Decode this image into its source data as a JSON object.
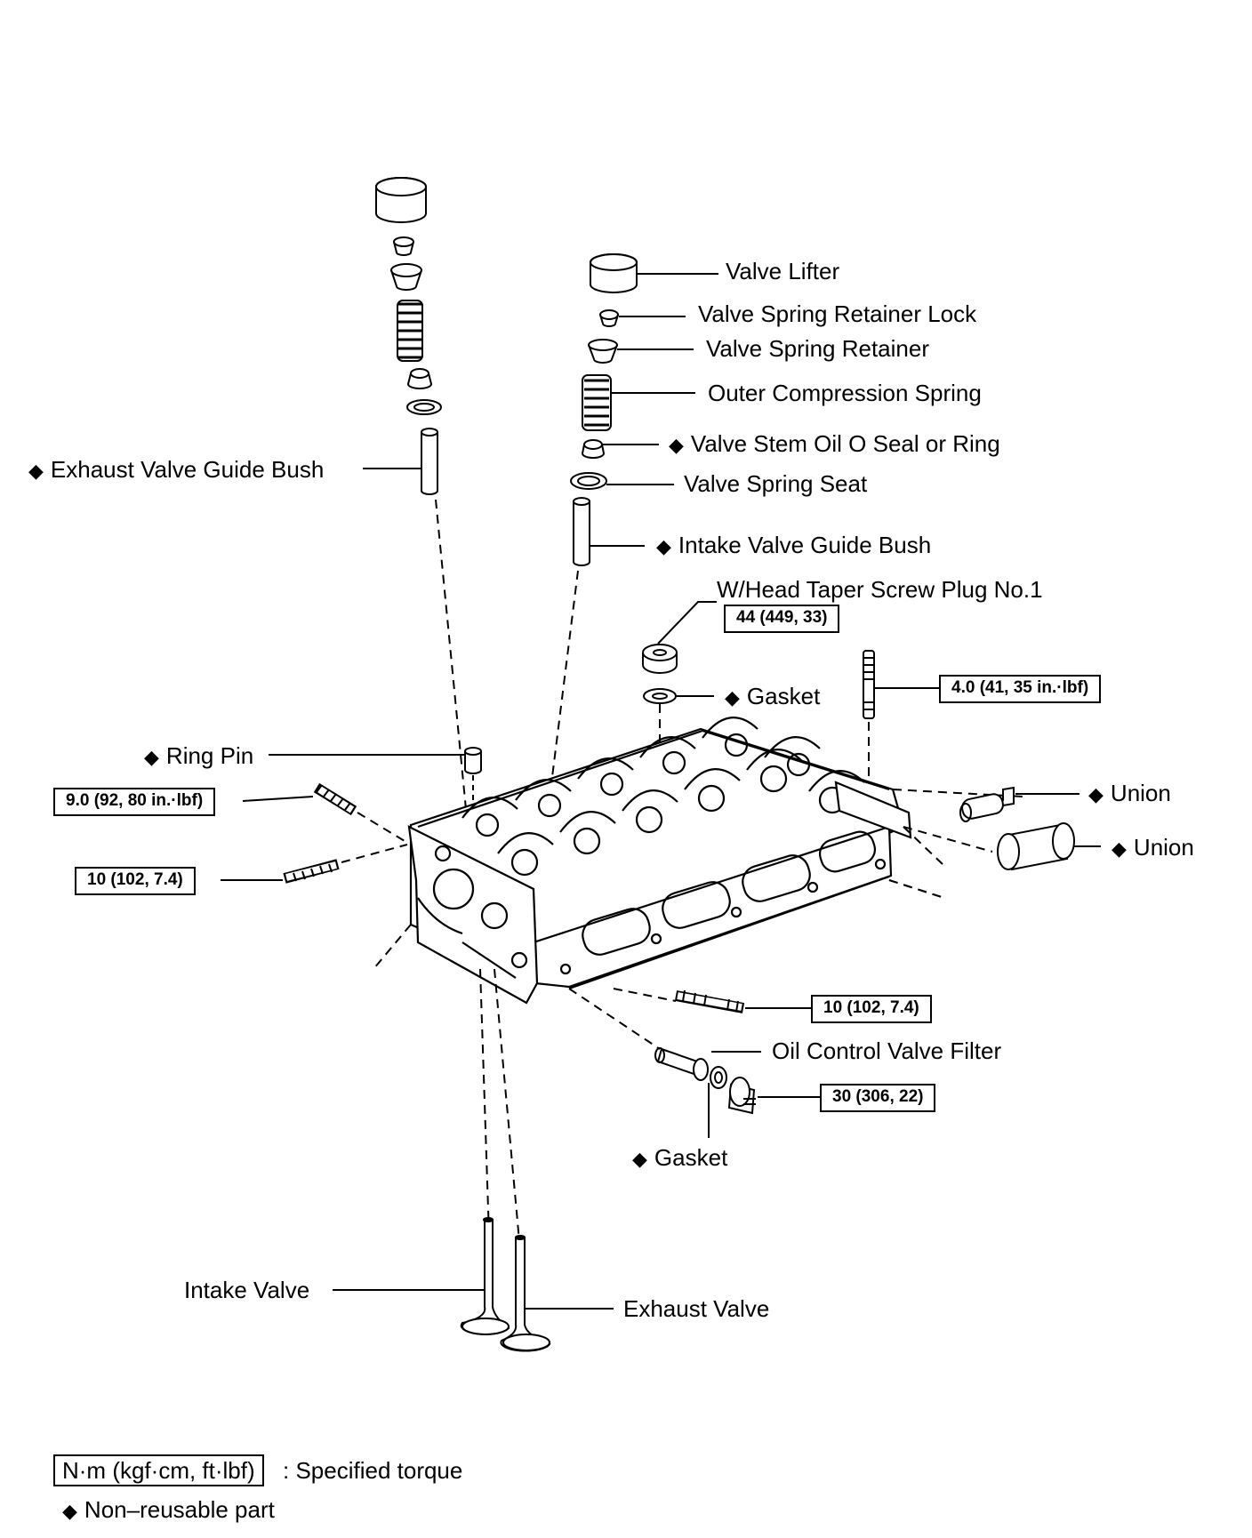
{
  "diagram": {
    "labels": {
      "valve_lifter": "Valve Lifter",
      "retainer_lock": "Valve Spring Retainer Lock",
      "spring_retainer": "Valve Spring Retainer",
      "outer_spring": "Outer Compression Spring",
      "stem_seal": "Valve Stem Oil O Seal or Ring",
      "spring_seat": "Valve Spring Seat",
      "intake_guide": "Intake Valve Guide Bush",
      "exhaust_guide": "Exhaust Valve Guide Bush",
      "taper_plug": "W/Head Taper Screw Plug No.1",
      "gasket_top": "Gasket",
      "ring_pin": "Ring Pin",
      "union_1": "Union",
      "union_2": "Union",
      "ocv_filter": "Oil Control Valve Filter",
      "gasket_bottom": "Gasket",
      "intake_valve": "Intake Valve",
      "exhaust_valve": "Exhaust Valve"
    },
    "torques": {
      "taper_plug": "44 (449, 33)",
      "stud_right": "4.0 (41, 35 in.·lbf)",
      "stud_left_upper": "9.0 (92, 80 in.·lbf)",
      "stud_left_lower": "10 (102, 7.4)",
      "stud_front": "10 (102, 7.4)",
      "ocv_plug": "30 (306, 22)"
    },
    "marker": "◆"
  },
  "legend": {
    "torque_unit": "N·m (kgf·cm, ft·lbf)",
    "torque_desc": ": Specified torque",
    "nonreusable": "Non–reusable part"
  }
}
